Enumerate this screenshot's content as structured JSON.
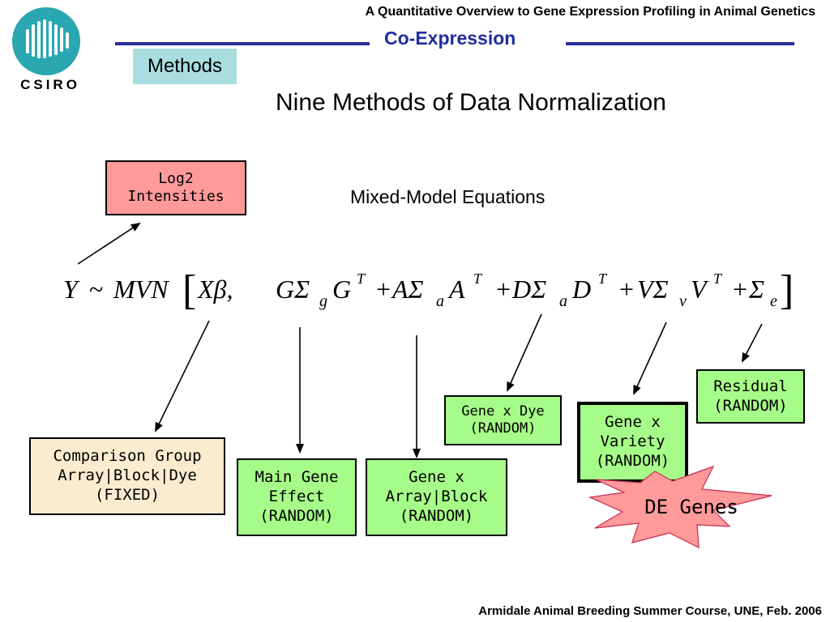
{
  "header": {
    "title": "A Quantitative Overview to Gene Expression Profiling in Animal Genetics",
    "section": "Co-Expression",
    "tab_label": "Methods",
    "logo_text": "CSIRO"
  },
  "slide": {
    "title": "Nine Methods of Data Normalization",
    "subtitle": "Mixed-Model Equations"
  },
  "boxes": {
    "log2": {
      "line1": "Log2",
      "line2": "Intensities"
    },
    "comparison": {
      "line1": "Comparison Group",
      "line2": "Array|Block|Dye",
      "line3": "(FIXED)"
    },
    "main_gene": {
      "line1": "Main Gene",
      "line2": "Effect",
      "line3": "(RANDOM)"
    },
    "gene_array": {
      "line1": "Gene x",
      "line2": "Array|Block",
      "line3": "(RANDOM)"
    },
    "gene_dye": {
      "line1": "Gene x Dye",
      "line2": "(RANDOM)"
    },
    "gene_variety": {
      "line1": "Gene x",
      "line2": "Variety",
      "line3": "(RANDOM)"
    },
    "residual": {
      "line1": "Residual",
      "line2": "(RANDOM)"
    }
  },
  "starburst": {
    "label": "DE Genes"
  },
  "footer": {
    "text": "Armidale Animal Breeding Summer Course, UNE, Feb. 2006"
  },
  "colors": {
    "accent_blue": "#1f2e9e",
    "tab_bg": "#a9dde0",
    "pink": "#ff9a9a",
    "cream": "#fbecd0",
    "green": "#a6fc88",
    "logo_teal": "#2aa7b0"
  }
}
